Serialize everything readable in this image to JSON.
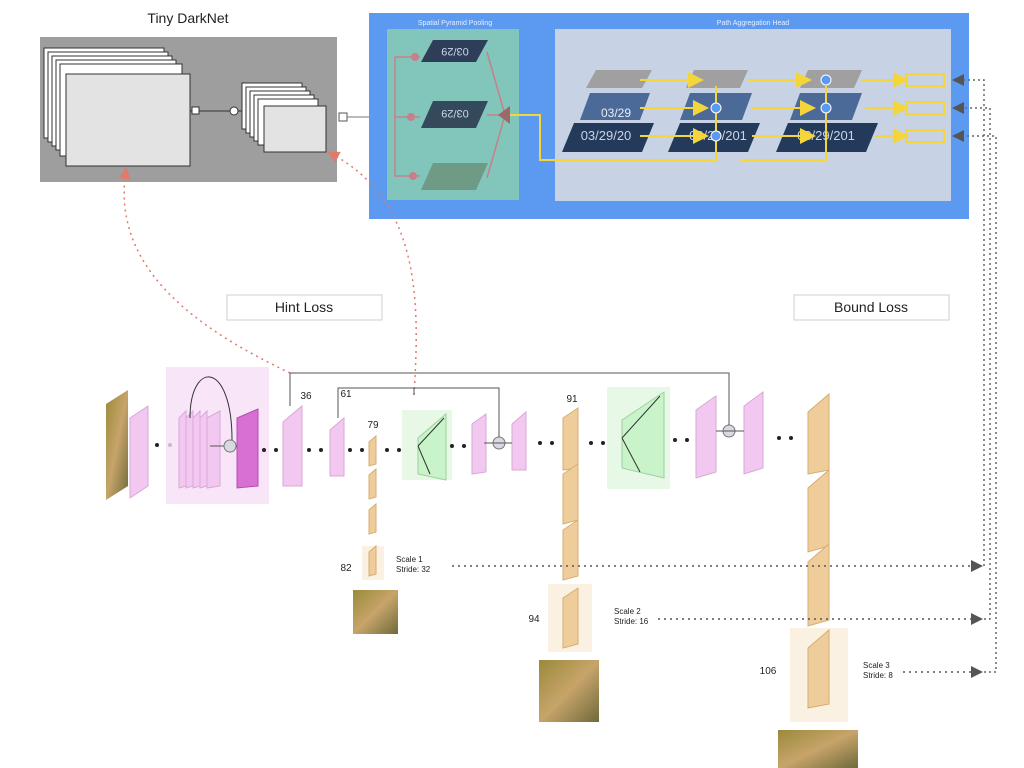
{
  "teacher": {
    "title": "Tiny DarkNet"
  },
  "head": {
    "spp_label": "Spatial Pyramid Pooling",
    "pan_label": "Path Aggregation Head",
    "tile_text_a": "03/29",
    "tile_text_b": "03/29/20",
    "tile_text_c": "03/29/201"
  },
  "losses": {
    "hint": "Hint Loss",
    "bound": "Bound Loss"
  },
  "layers": {
    "l36": "36",
    "l61": "61",
    "l79": "79",
    "l82": "82",
    "l91": "91",
    "l94": "94",
    "l106": "106"
  },
  "scales": [
    {
      "name": "Scale 1",
      "stride": "Stride: 32"
    },
    {
      "name": "Scale 2",
      "stride": "Stride: 16"
    },
    {
      "name": "Scale 3",
      "stride": "Stride: 8"
    }
  ],
  "colors": {
    "head_bg": "#5b9af0",
    "spp_bg": "#8fd3a8",
    "pan_bg": "#c7d3e4",
    "teacher_bg": "#9e9e9e",
    "pink_layer": "#f2c8f0",
    "magenta_layer": "#d86fd3",
    "green_layer": "#c9f3c9",
    "tan_layer": "#efcd9a",
    "flow_arrow": "#f4d63c",
    "loss_dots": "#e07a6a",
    "route_dots": "#555555"
  },
  "icons": [
    "dog-photo",
    "concat-node",
    "shortcut-node"
  ]
}
